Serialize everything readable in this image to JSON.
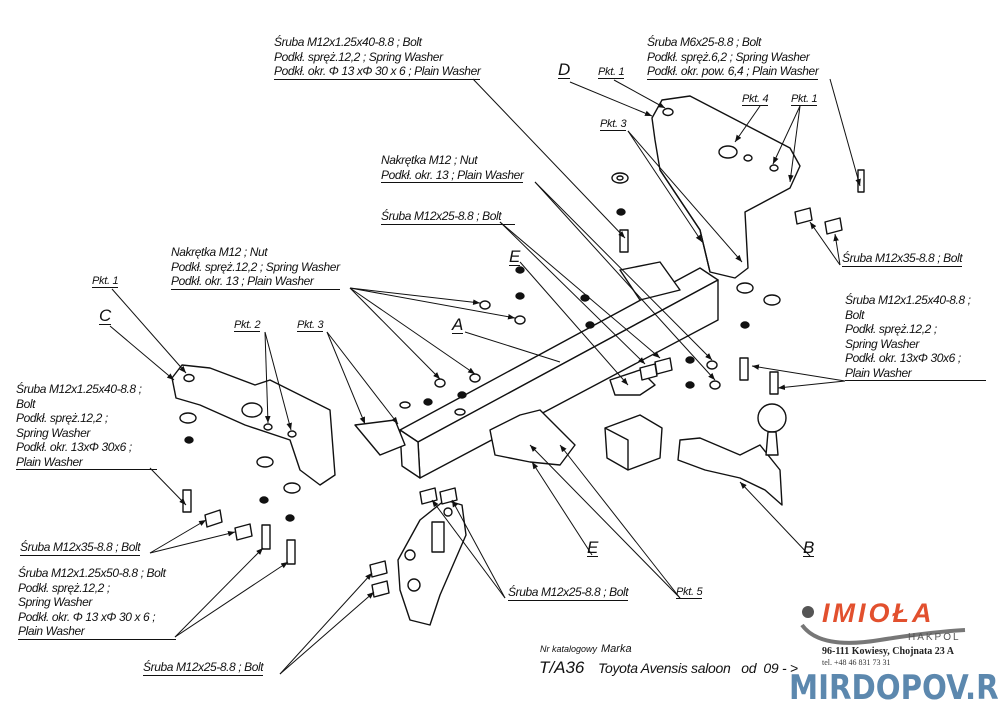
{
  "callouts": {
    "top_left_bolt": [
      "Śruba M12x1.25x40-8.8 ;  Bolt",
      "Podkł. spręż.12,2 ; Spring Washer",
      "Podkł. okr. Φ 13 xΦ 30 x 6 ; Plain Washer"
    ],
    "top_right_bolt": [
      "Śruba M6x25-8.8 ; Bolt",
      "Podkł. spręż.6,2 ; Spring Washer",
      "Podkł. okr. pow. 6,4 ; Plain Washer"
    ],
    "top_nut": [
      "Nakrętka  M12 ; Nut",
      "Podkł. okr. 13 ; Plain Washer"
    ],
    "mid_bolt": "Śruba M12x25-8.8 ;  Bolt",
    "left_nut": [
      "Nakrętka  M12 ; Nut",
      "Podkł. spręż.12,2 ; Spring Washer",
      "Podkł. okr. 13 ; Plain Washer"
    ],
    "right_bolt_35": "Śruba M12x35-8.8 ;  Bolt",
    "right_bolt_block": [
      "Śruba M12x1.25x40-8.8 ;",
      "Bolt",
      "Podkł. spręż.12,2 ;",
      "Spring Washer",
      "Podkł. okr. 13xΦ 30x6 ;",
      "Plain Washer"
    ],
    "left_bolt_block": [
      "Śruba M12x1.25x40-8.8 ;",
      "Bolt",
      "Podkł. spręż.12,2 ;",
      "Spring Washer",
      "Podkł. okr. 13xΦ 30x6 ;",
      "Plain Washer"
    ],
    "left_bolt_35": "Śruba M12x35-8.8 ;  Bolt",
    "left_bolt_50": [
      "Śruba M12x1.25x50-8.8 ;  Bolt",
      "Podkł. spręż.12,2 ;",
      "Spring Washer",
      "Podkł. okr. Φ 13 xΦ 30 x 6 ;",
      "Plain Washer"
    ],
    "bottom_bolt_25": "Śruba M12x25-8.8 ;  Bolt",
    "bottom_mid_bolt_25": "Śruba M12x25-8.8 ;  Bolt"
  },
  "part_letters": {
    "A": "A",
    "B": "B",
    "C": "C",
    "D": "D",
    "E_top": "E",
    "E_bottom": "E"
  },
  "points": {
    "d_pkt1": "Pkt. 1",
    "d_pkt4": "Pkt. 4",
    "d_pkt1b": "Pkt. 1",
    "d_pkt3": "Pkt. 3",
    "c_pkt1": "Pkt. 1",
    "c_pkt2": "Pkt. 2",
    "c_pkt3": "Pkt. 3",
    "pkt5": "Pkt. 5"
  },
  "title_block": {
    "catalog_label": "Nr katalogowy",
    "brand_label": "Marka",
    "catalog_number": "T/A36",
    "vehicle": "Toyota Avensis saloon   od  09 - >",
    "address": "96-111 Kowiesy, Chojnata 23 A",
    "phone": "tel. +48 46 831 73 31"
  },
  "logo": {
    "name": "IMIOŁA",
    "sub": "HAKPOL",
    "color": "#e2502e"
  },
  "watermark": {
    "text": "MIRDOPOV.RU",
    "color": "#4f7ea8"
  }
}
